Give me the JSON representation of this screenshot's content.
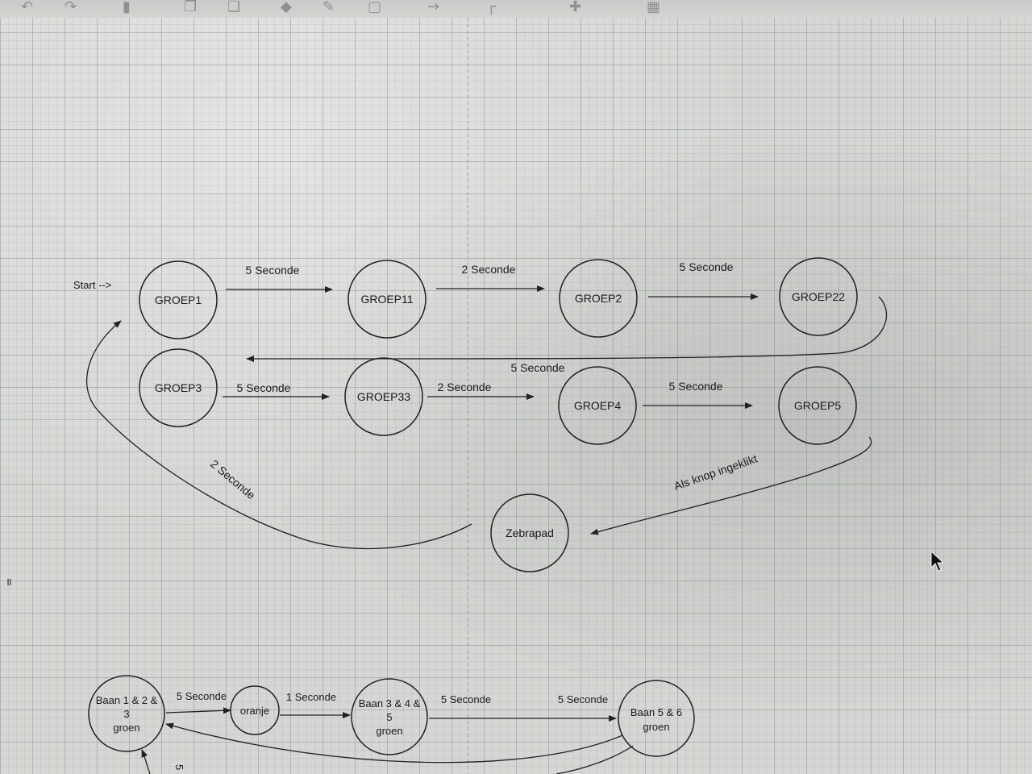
{
  "diagram": {
    "start_label": "Start -->",
    "nodes": {
      "groep1": "GROEP1",
      "groep11": "GROEP11",
      "groep2": "GROEP2",
      "groep22": "GROEP22",
      "groep3": "GROEP3",
      "groep33": "GROEP33",
      "groep4": "GROEP4",
      "groep5": "GROEP5",
      "zebrapad": "Zebrapad"
    },
    "edges": {
      "g1_g11": "5 Seconde",
      "g11_g2": "2 Seconde",
      "g2_g22": "5 Seconde",
      "g3_g33": "5 Seconde",
      "g33_g4": "2 Seconde",
      "g33_g4_upper": "5 Seconde",
      "g4_g5": "5 Seconde",
      "g5_zebrapad": "Als knop ingeklikt",
      "zebrapad_g1": "2 Seconde"
    }
  },
  "diagram2": {
    "nodes": {
      "baan123_line1": "Baan 1 & 2 &",
      "baan123_line2": "3",
      "baan123_line3": "groen",
      "oranje": "oranje",
      "baan345_line1": "Baan 3 & 4 &",
      "baan345_line2": "5",
      "baan345_line3": "groen",
      "baan56_line1": "Baan 5 & 6",
      "baan56_line2": "groen"
    },
    "edges": {
      "baan123_oranje": "5 Seconde",
      "oranje_baan345": "1 Seconde",
      "baan345_mid": "5 Seconde",
      "baan345_baan56": "5 Seconde",
      "partial_bottom": "5"
    }
  },
  "toolbar": {
    "icons": [
      "undo-icon",
      "redo-icon",
      "delete-icon",
      "copy-icon",
      "paste-icon",
      "fill-icon",
      "line-color-icon",
      "shadow-icon",
      "connector-icon",
      "waypoint-icon",
      "add-icon",
      "table-icon"
    ]
  }
}
